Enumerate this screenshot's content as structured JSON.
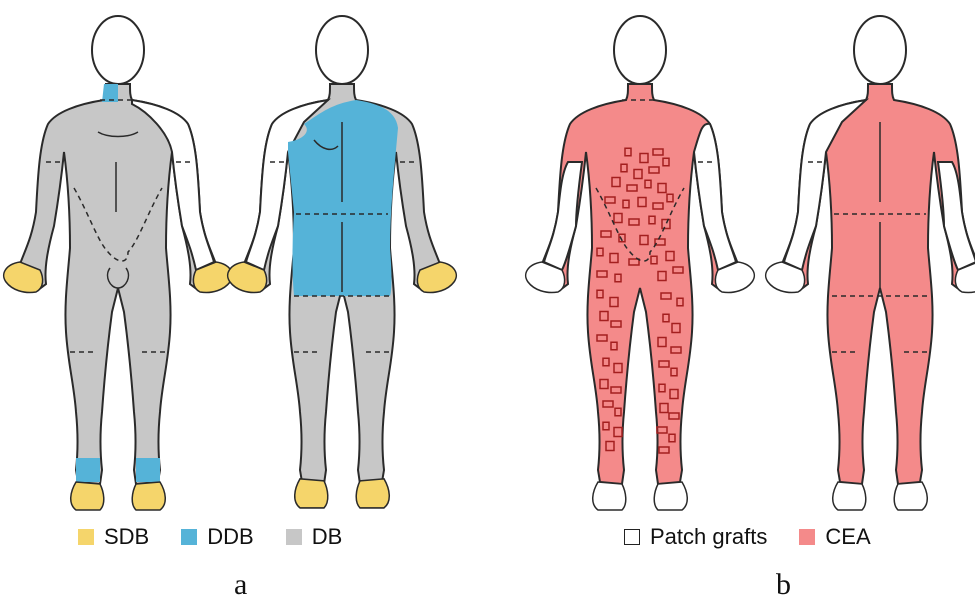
{
  "panels": [
    {
      "label": "a",
      "legend": [
        {
          "text": "SDB",
          "color": "#f5d56b"
        },
        {
          "text": "DDB",
          "color": "#55b3d8"
        },
        {
          "text": "DB",
          "color": "#c7c7c7"
        }
      ]
    },
    {
      "label": "b",
      "legend": [
        {
          "text": "Patch grafts",
          "color": "#ffffff"
        },
        {
          "text": "CEA",
          "color": "#f48a8a"
        }
      ]
    }
  ],
  "colors": {
    "outline": "#2a2a2a",
    "sdb": "#f5d56b",
    "ddb": "#55b3d8",
    "db": "#c7c7c7",
    "cea": "#f48a8a",
    "patch": "#a41f1f"
  }
}
